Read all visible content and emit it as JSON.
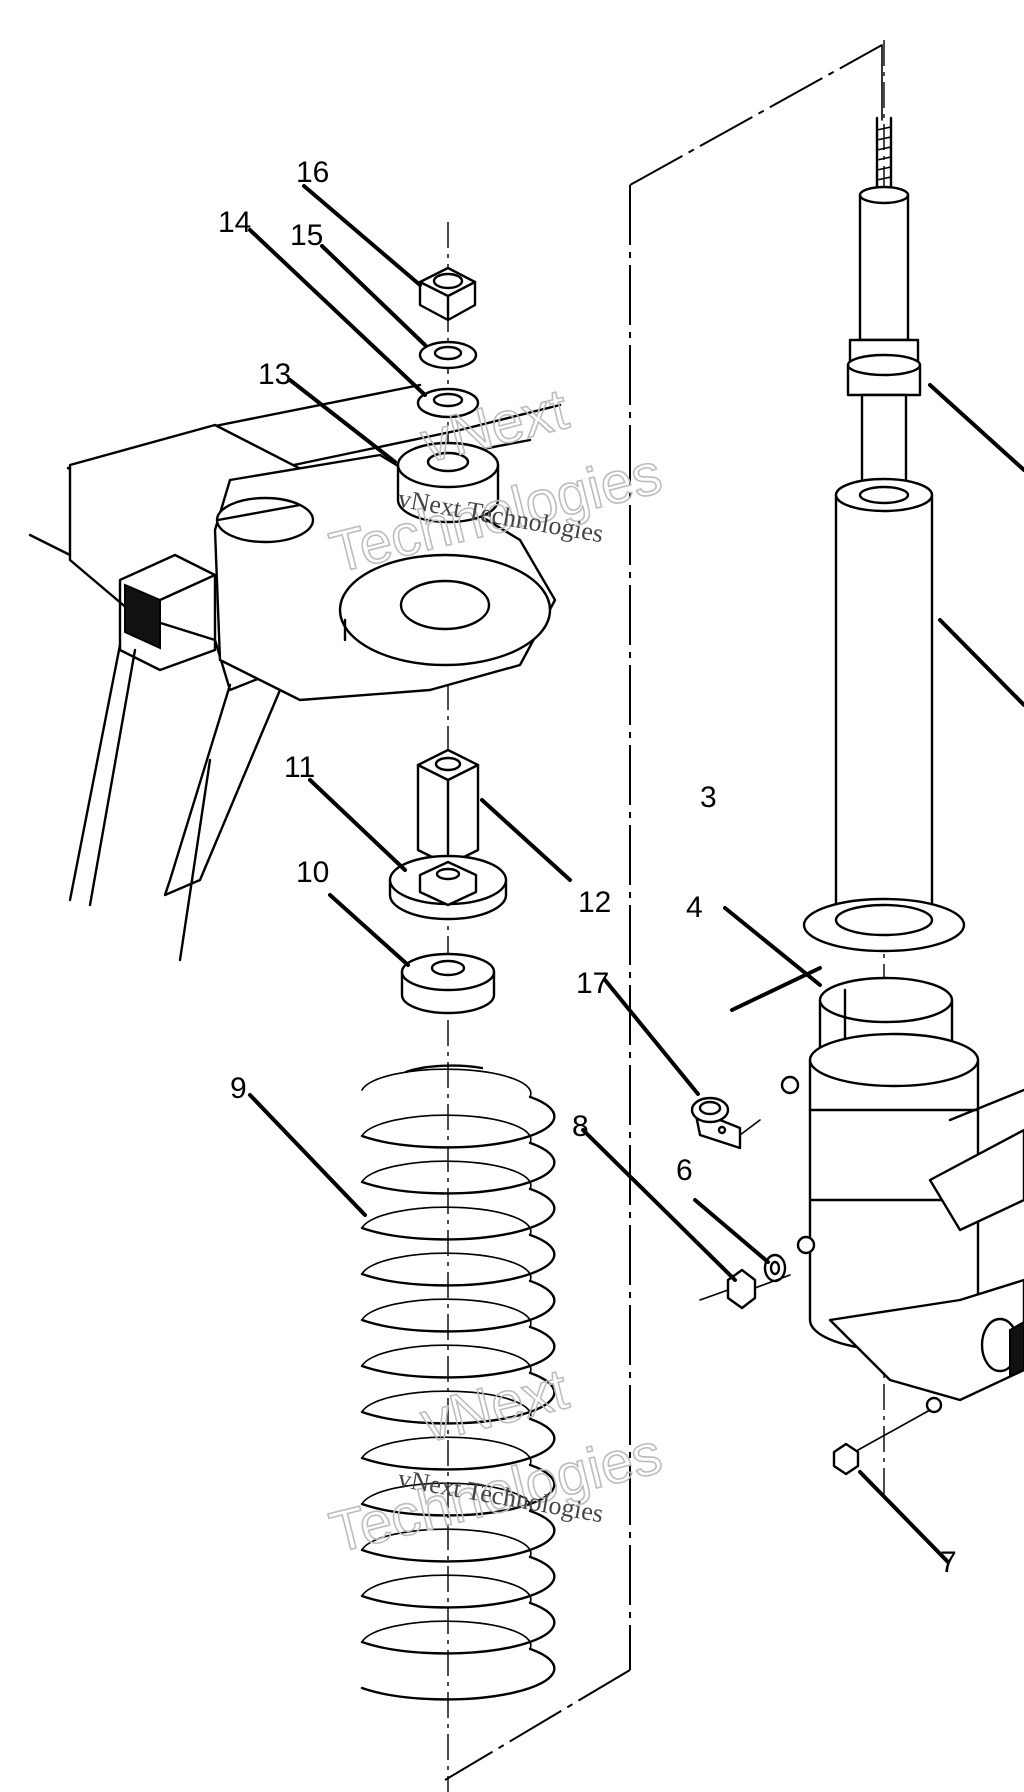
{
  "callouts": {
    "c3": "3",
    "c4": "4",
    "c6": "6",
    "c7": "7",
    "c8": "8",
    "c9": "9",
    "c10": "10",
    "c11": "11",
    "c12": "12",
    "c13": "13",
    "c14": "14",
    "c15": "15",
    "c16": "16",
    "c17": "17"
  },
  "watermark": {
    "line1": "vNext",
    "line2": "Technologies",
    "small": "vNext Technologies"
  }
}
